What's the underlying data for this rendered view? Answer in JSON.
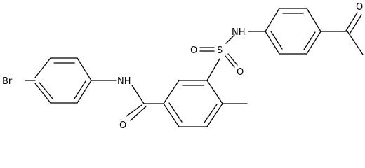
{
  "colors": {
    "background": "#ffffff",
    "ink": "#000000"
  },
  "structure": {
    "atom_labels": {
      "bromine": "Br",
      "amide_nh": "NH",
      "amide_oxygen": "O",
      "sulfonyl_s": "S",
      "sulfonyl_o_left": "O",
      "sulfonyl_o_bottom": "O",
      "sulfonamide_nh": "NH",
      "acetyl_oxygen": "O"
    }
  }
}
